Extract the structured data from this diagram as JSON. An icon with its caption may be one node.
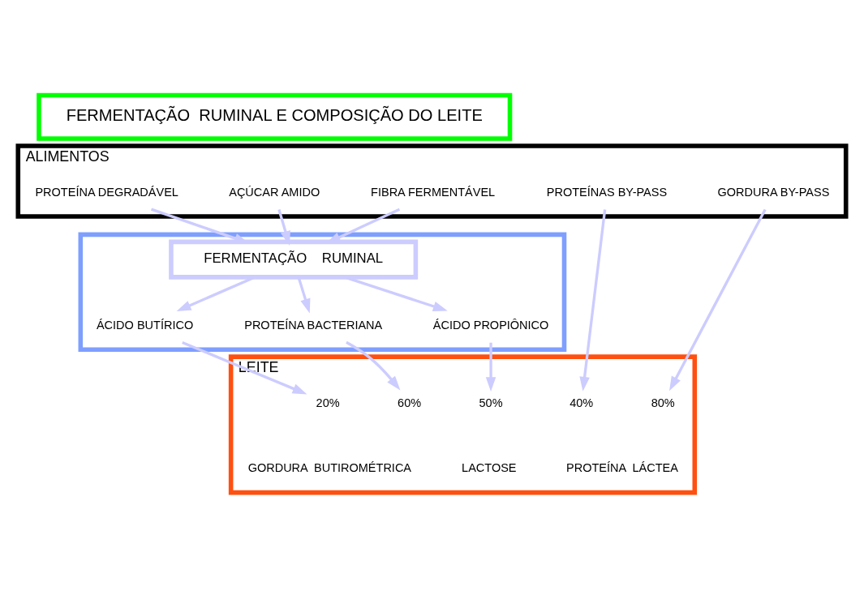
{
  "diagram": {
    "nodes": [
      {
        "text": [
          "FERMENTAÇÃO  RUMINAL E COMPOSIÇÃO DO LEITE"
        ]
      },
      {
        "text": [
          "ALIMENTOS"
        ]
      },
      {
        "text": [
          "PROTEÍNAS BY-PASS"
        ],
        "in": 1
      },
      {
        "text": [
          "PROTEÍNA DEGRADÁVEL"
        ],
        "in": 1
      },
      {
        "text": [
          "AÇÚCAR AMIDO"
        ],
        "in": 1
      },
      {
        "text": [
          "FIBRA FERMENTÁVEL"
        ],
        "in": 1
      },
      {
        "text": [
          "GORDURA BY-PASS"
        ],
        "in": 1
      },
      {
        "text": [],
        "shape": "box"
      },
      {
        "text": [
          "FERMENTAÇÃO    RUMINAL"
        ],
        "in": 7
      },
      {
        "text": [
          "PROTEÍNA BACTERIANA"
        ],
        "in": 7
      },
      {
        "text": [
          "ÁCIDO PROPIÔNICO"
        ],
        "in": 7
      },
      {
        "text": [
          "ÁCIDO BUTÍRICO"
        ],
        "in": 7
      },
      {
        "text": [
          "LEITE"
        ]
      },
      {
        "text": [
          "40%"
        ],
        "in": 12
      },
      {
        "text": [
          "60%"
        ],
        "in": 12
      },
      {
        "text": [
          "50%"
        ],
        "in": 12
      },
      {
        "text": [
          "20%"
        ],
        "in": 12
      },
      {
        "text": [
          "80%"
        ],
        "in": 12
      },
      {
        "text": [
          "PROTEÍNA  LÁCTEA"
        ],
        "in": 12
      },
      {
        "text": [
          "LACTOSE"
        ],
        "in": 12
      },
      {
        "text": [
          "GORDURA  BUTIROMÉTRICA"
        ],
        "in": 12
      }
    ],
    "edges": [
      {
        "from": 2,
        "to": 13,
        "arrow": "to"
      },
      {
        "from": 3,
        "to": 8,
        "arrow": "to"
      },
      {
        "from": 4,
        "to": 8,
        "arrow": "to"
      },
      {
        "from": 5,
        "to": 8,
        "arrow": "to"
      },
      {
        "from": 8,
        "to": 9,
        "arrow": "to"
      },
      {
        "from": 8,
        "to": 10,
        "arrow": "to"
      },
      {
        "from": 8,
        "to": 11,
        "arrow": "to"
      },
      {
        "from": 9,
        "to": 14,
        "arrow": "to"
      },
      {
        "from": 10,
        "to": 15,
        "arrow": "to"
      },
      {
        "from": 11,
        "to": 16,
        "arrow": "to"
      },
      {
        "from": 6,
        "to": 17,
        "arrow": "to"
      }
    ]
  }
}
